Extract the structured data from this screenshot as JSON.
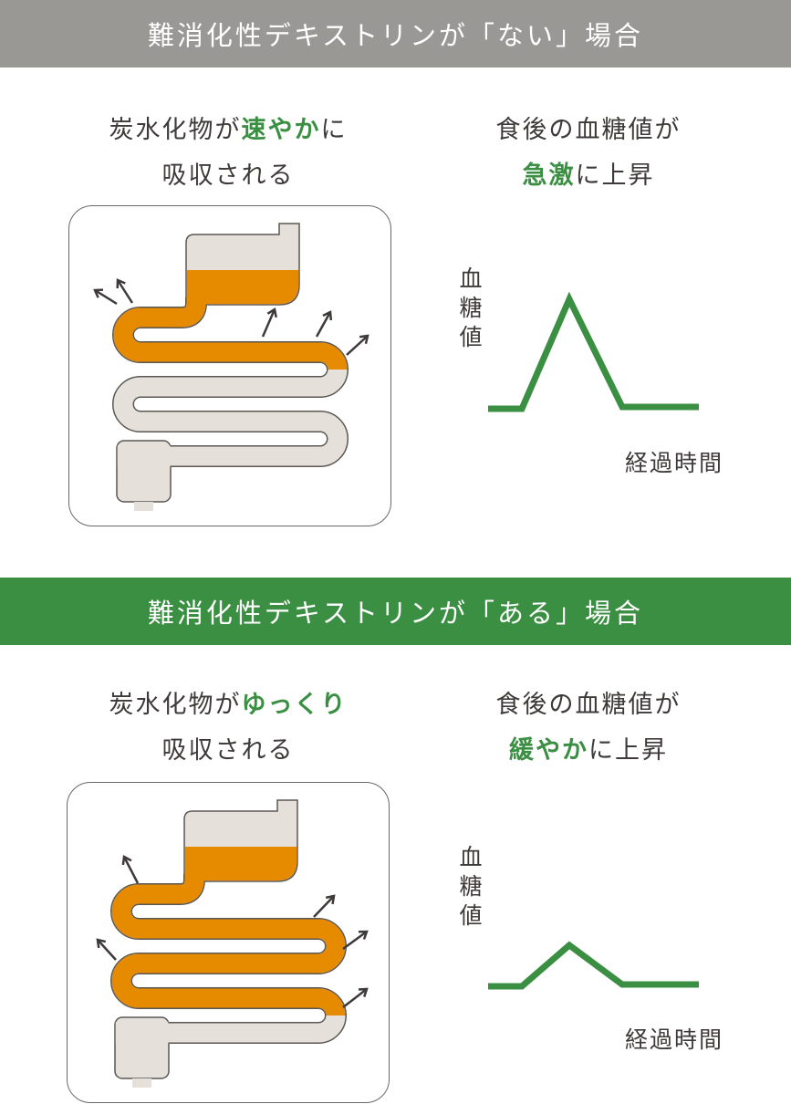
{
  "section_without": {
    "header": "難消化性デキストリンが「ない」場合",
    "absorption_caption": {
      "pre": "炭水化物が",
      "highlight": "速やか",
      "post": "に",
      "line2": "吸収される"
    },
    "glucose_caption": {
      "line1": "食後の血糖値が",
      "highlight": "急激",
      "post": "に上昇"
    },
    "y_label": "血糖値",
    "x_label": "経過時間"
  },
  "section_with": {
    "header": "難消化性デキストリンが「ある」場合",
    "absorption_caption": {
      "pre": "炭水化物が",
      "highlight": "ゆっくり",
      "post": "",
      "line2": "吸収される"
    },
    "glucose_caption": {
      "line1": "食後の血糖値が",
      "highlight": "緩やか",
      "post": "に上昇"
    },
    "y_label": "血糖値",
    "x_label": "経過時間"
  },
  "colors": {
    "green": "#3a8f43",
    "gray": "#9a9895",
    "orange": "#e68a00",
    "tube": "#e5e1da",
    "outline": "#5a5754"
  }
}
